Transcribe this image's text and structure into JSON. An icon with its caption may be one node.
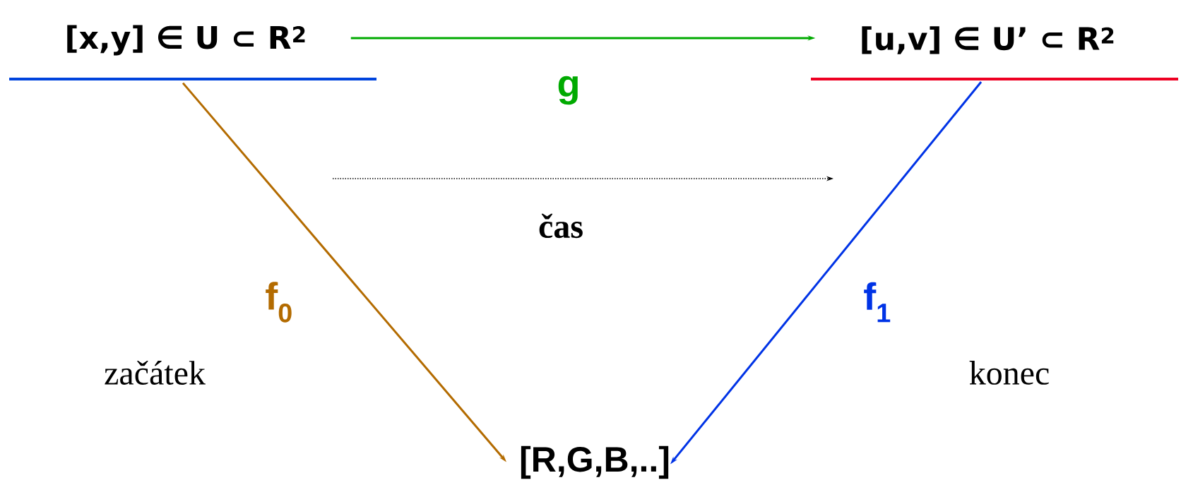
{
  "diagram": {
    "nodes": [
      {
        "text": [
          "[x,y] ∈ U ⊂ R$^{2}$"
        ]
      },
      {
        "text": [
          "[u,v] ∈ U’ ⊂ R$^{2}$"
        ]
      },
      {
        "text": [
          "[R,G,B,..]"
        ]
      }
    ],
    "edges": [
      {
        "from": 0,
        "to": 1,
        "arrow": "to",
        "label": "g",
        "color": "#00aa00"
      },
      {
        "from": 0,
        "to": 2,
        "arrow": "to",
        "label": "f$_{0}$",
        "color": "#b36b00"
      },
      {
        "from": 1,
        "to": 2,
        "arrow": "to",
        "label": "f$_{1}$",
        "color": "#0033e6"
      }
    ],
    "labels": [
      "čas",
      "začátek",
      "konec"
    ]
  }
}
